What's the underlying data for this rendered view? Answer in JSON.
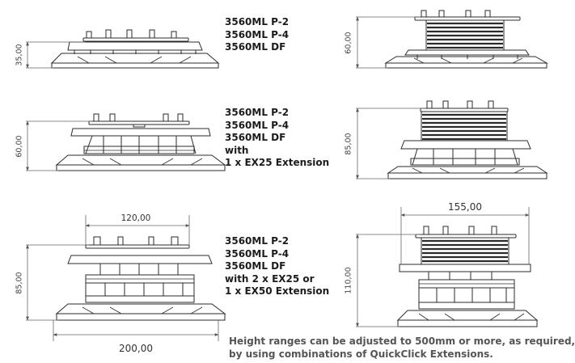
{
  "labels": [
    {
      "lines": [
        "3560ML P-2",
        "3560ML P-4",
        "3560ML DF"
      ]
    },
    {
      "lines": [
        "3560ML P-2",
        "3560ML P-4",
        "3560ML DF",
        "with",
        "1 x EX25 Extension"
      ]
    },
    {
      "lines": [
        "3560ML P-2",
        "3560ML P-4",
        "3560ML DF",
        "with 2 x EX25 or",
        "1 x EX50 Extension"
      ]
    }
  ],
  "dimensions": {
    "left_1": "35,00",
    "right_1": "60,00",
    "left_2": "60,00",
    "right_2": "85,00",
    "left_3": "85,00",
    "right_3": "110,00",
    "top_width_left": "120,00",
    "base_width_left": "200,00",
    "top_width_right": "155,00"
  },
  "note": {
    "line1": "Height ranges can be adjusted to 500mm or more, as required,",
    "line2": "by using combinations of QuickClick Extensions."
  },
  "colors": {
    "stroke": "#2b2b2b",
    "dim": "#666666"
  }
}
